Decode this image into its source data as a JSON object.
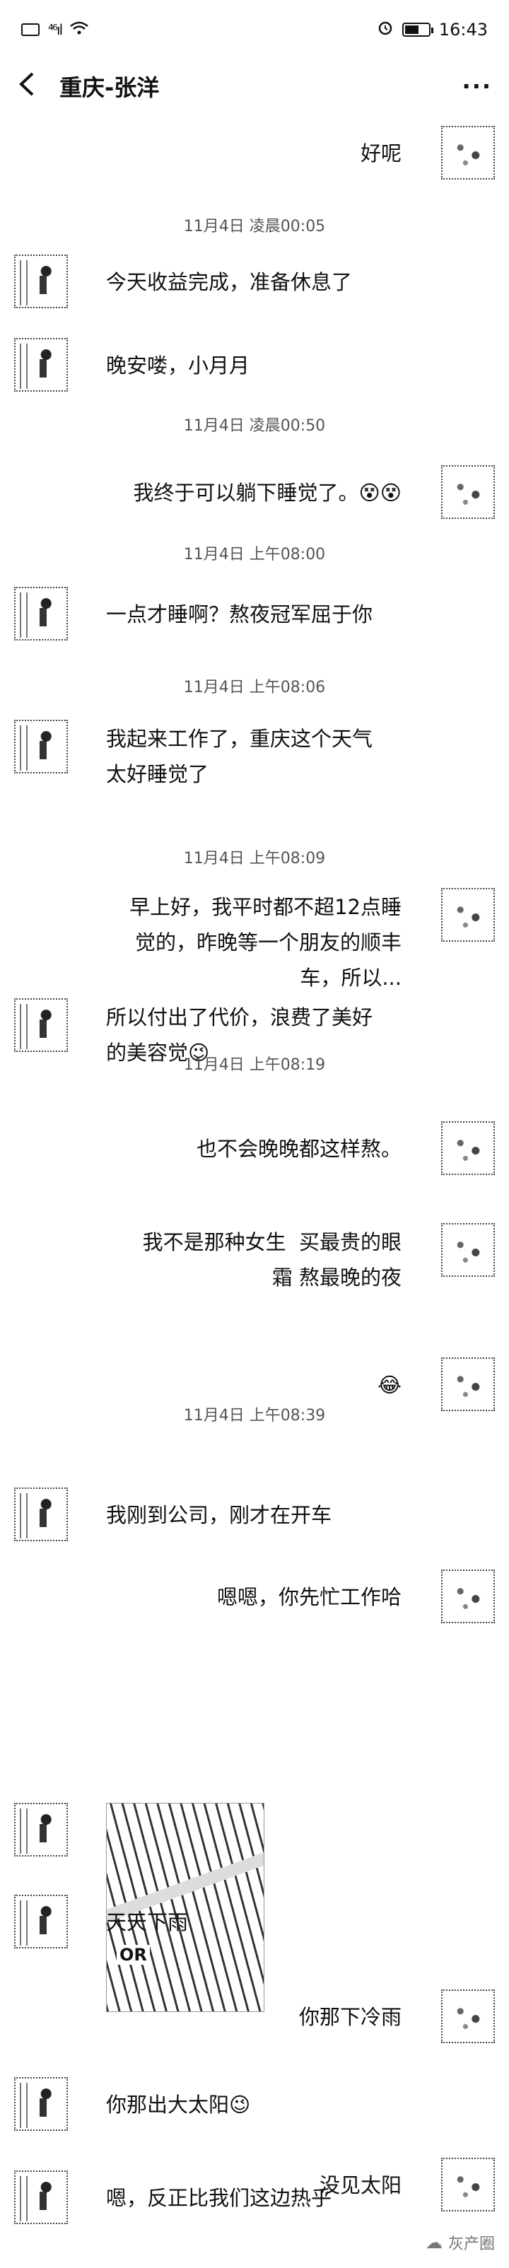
{
  "status_bar": {
    "left_icons": [
      "sim-icon",
      "signal-icon",
      "wifi-icon"
    ],
    "signal_text": "⁴⁶ıl",
    "right_icons": [
      "alarm-icon",
      "battery-icon"
    ],
    "battery_level": 0.6,
    "time": "16:43"
  },
  "header": {
    "title": "重庆-张洋",
    "back_icon": "back-chevron-icon",
    "more_icon": "more-icon"
  },
  "messages": [
    {
      "type": "text",
      "side": "right",
      "text": "好呢"
    },
    {
      "type": "time",
      "text": "11月4日 凌晨00:05"
    },
    {
      "type": "text",
      "side": "left",
      "text": "今天收益完成，准备休息了"
    },
    {
      "type": "text",
      "side": "left",
      "text": "晚安喽，小月月"
    },
    {
      "type": "time",
      "text": "11月4日 凌晨00:50"
    },
    {
      "type": "text",
      "side": "right",
      "text": "我终于可以躺下睡觉了。😵😵"
    },
    {
      "type": "time",
      "text": "11月4日 上午08:00"
    },
    {
      "type": "text",
      "side": "left",
      "text": "一点才睡啊？熬夜冠军屈于你"
    },
    {
      "type": "time",
      "text": "11月4日 上午08:06"
    },
    {
      "type": "text",
      "side": "left",
      "text": "我起来工作了，重庆这个天气\n太好睡觉了"
    },
    {
      "type": "time",
      "text": "11月4日 上午08:09"
    },
    {
      "type": "text",
      "side": "right",
      "text": "早上好，我平时都不超12点睡\n觉的，昨晚等一个朋友的顺丰\n车，所以..."
    },
    {
      "type": "text",
      "side": "left",
      "text": "所以付出了代价，浪费了美好\n的美容觉😉"
    },
    {
      "type": "time",
      "text": "11月4日 上午08:19"
    },
    {
      "type": "text",
      "side": "right",
      "text": "也不会晚晚都这样熬。"
    },
    {
      "type": "text",
      "side": "right",
      "text": "我不是那种女生  买最贵的眼\n霜 熬最晚的夜"
    },
    {
      "type": "text",
      "side": "right",
      "text": "😂"
    },
    {
      "type": "time",
      "text": "11月4日 上午08:39"
    },
    {
      "type": "text",
      "side": "left",
      "text": "我刚到公司，刚才在开车"
    },
    {
      "type": "text",
      "side": "right",
      "text": "嗯嗯，你先忙工作哈"
    },
    {
      "type": "image",
      "side": "left",
      "caption": "OR"
    },
    {
      "type": "text",
      "side": "left",
      "text": "天天下雨"
    },
    {
      "type": "text",
      "side": "right",
      "text": "你那下冷雨"
    },
    {
      "type": "text",
      "side": "left",
      "text": "你那出大太阳😉"
    },
    {
      "type": "text",
      "side": "right",
      "text": "没见太阳"
    },
    {
      "type": "text",
      "side": "left",
      "text": "嗯，反正比我们这边热乎"
    }
  ],
  "watermark": {
    "text": "灰产圈",
    "icon": "wechat-official-icon"
  }
}
